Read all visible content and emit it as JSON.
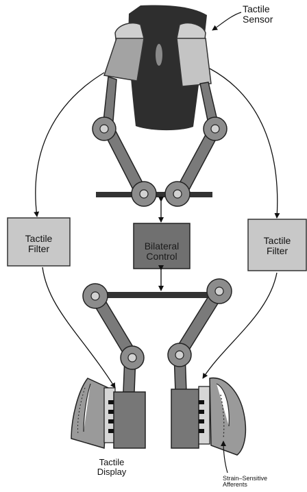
{
  "labels": {
    "tactile_sensor": [
      "Tactile",
      "Sensor"
    ],
    "left_filter": [
      "Tactile",
      "Filter"
    ],
    "right_filter": [
      "Tactile",
      "Filter"
    ],
    "bilateral_control": [
      "Bilateral",
      "Control"
    ],
    "tactile_display": [
      "Tactile",
      "Display"
    ],
    "afferents": [
      "Strain–Sensitive",
      "Afferents"
    ]
  },
  "colors": {
    "object": "#2e2e2e",
    "link": "#7a7a7a",
    "joint_outer": "#8c8c8c",
    "joint_inner": "#d2d2d2",
    "filter_box": "#c8c8c8",
    "control_box": "#707070",
    "sensor_pad": "#bdbdbd",
    "finger": "#9a9a9a",
    "bar": "#333333",
    "line": "#111111"
  }
}
